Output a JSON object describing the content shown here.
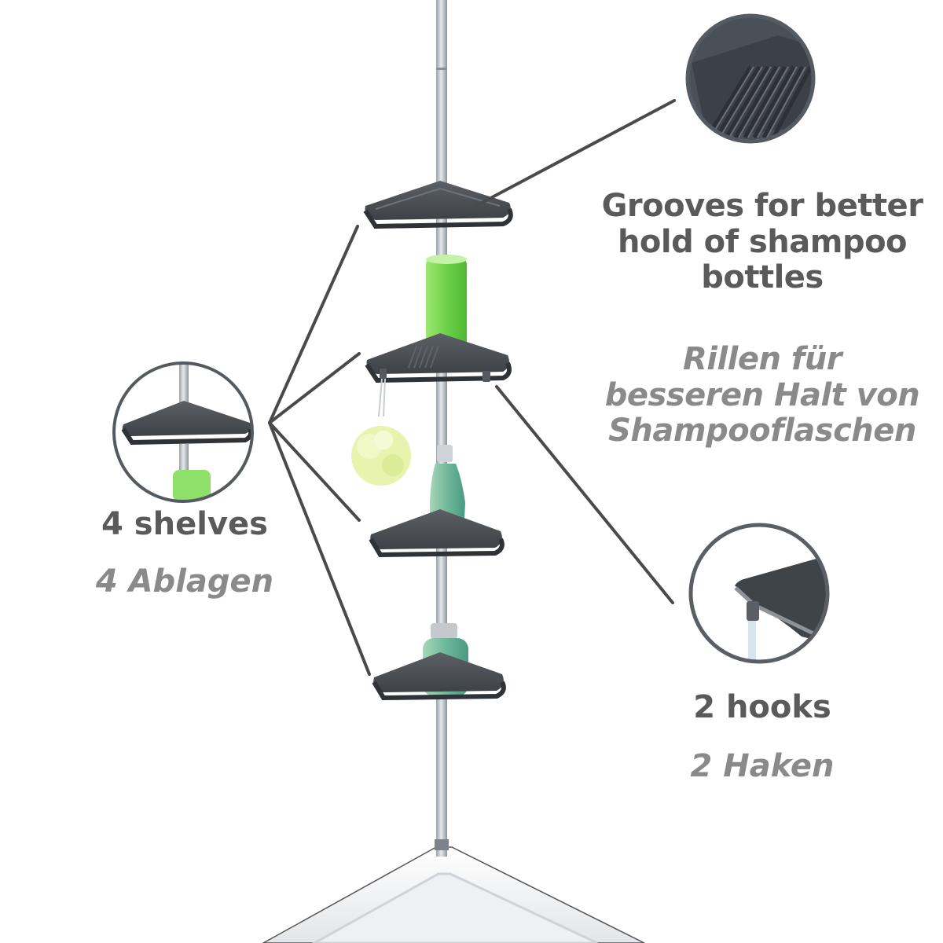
{
  "features": {
    "grooves": {
      "title_en": "Grooves for better hold of shampoo bottles",
      "title_en_lines": [
        "Grooves for better",
        "hold of shampoo",
        "bottles"
      ],
      "title_de": "Rillen für besseren Halt von Shampooflaschen",
      "title_de_lines": [
        "Rillen für",
        "besseren Halt von",
        "Shampooflaschen"
      ]
    },
    "shelves": {
      "title_en": "4 shelves",
      "title_de": "4 Ablagen",
      "count": 4
    },
    "hooks": {
      "title_en": "2 hooks",
      "title_de": "2 Haken",
      "count": 2
    }
  },
  "colors": {
    "text_primary": "#5a5a5a",
    "text_secondary": "#8a8a8a",
    "callout_line": "#4a4a4a",
    "shelf": "#45494e",
    "pole": "#b8bec4",
    "bottle_green": "#7ed957",
    "bottle_teal": "#7fbfa4",
    "sponge": "#e6f2a8"
  },
  "icons": {
    "detail_grooves": "grooves-detail-icon",
    "detail_shelf": "shelf-detail-icon",
    "detail_hook": "hook-detail-icon"
  }
}
